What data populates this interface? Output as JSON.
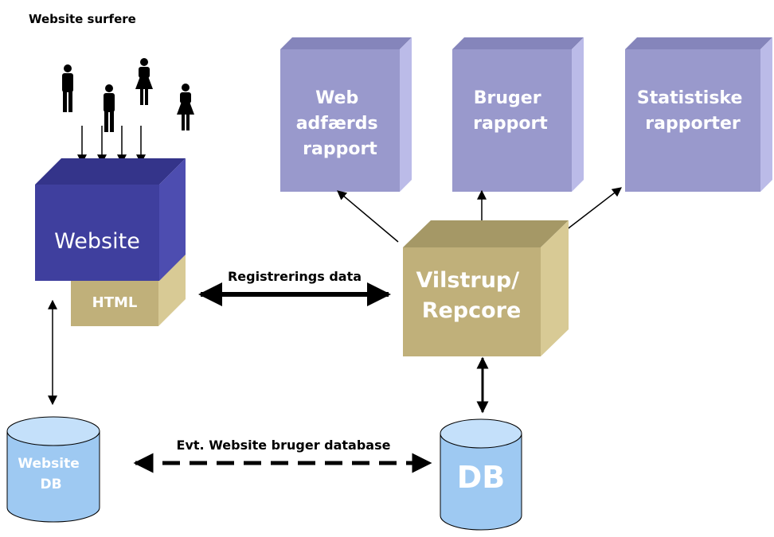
{
  "surfers": {
    "label": "Website surfere"
  },
  "website": {
    "label": "Website",
    "html_label": "HTML"
  },
  "reports": [
    {
      "lines": [
        "Web",
        "adfærds",
        "rapport"
      ]
    },
    {
      "lines": [
        "Bruger",
        "rapport"
      ]
    },
    {
      "lines": [
        "Statistiske",
        "rapporter"
      ]
    }
  ],
  "core": {
    "lines": [
      "Vilstrup/",
      "Repcore"
    ]
  },
  "connections": {
    "registration": "Registrerings data",
    "optional_db": "Evt. Website bruger database"
  },
  "website_db": {
    "lines": [
      "Website",
      "DB"
    ]
  },
  "db": {
    "label": "DB"
  },
  "colors": {
    "report_front": "#9999cc",
    "report_side": "#bbbbe8",
    "report_top": "#8585bb",
    "website_front": "#3f3f9e",
    "website_side": "#4d4db0",
    "website_top": "#34348a",
    "tan_front": "#c0b07a",
    "tan_side": "#d8ca95",
    "tan_top": "#a59866",
    "cylinder": "#9ec9f2",
    "cylinder_top": "#c4e0fa"
  }
}
